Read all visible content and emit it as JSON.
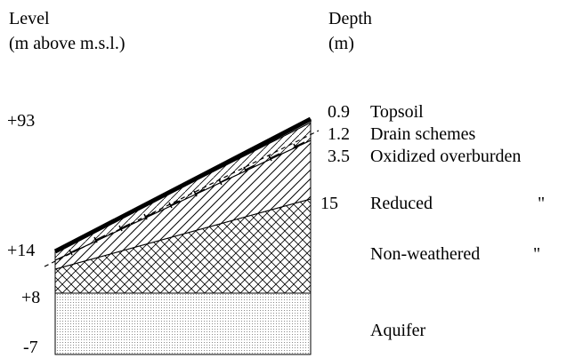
{
  "level_header": {
    "line1": "Level",
    "line2": "(m above m.s.l.)"
  },
  "depth_header": {
    "line1": "Depth",
    "line2": "(m)"
  },
  "levels": [
    "+93",
    "+14",
    "+8",
    "-7"
  ],
  "layers": [
    {
      "depth": "0.9",
      "name": "Topsoil"
    },
    {
      "depth": "1.2",
      "name": "Drain schemes"
    },
    {
      "depth": "3.5",
      "name": "Oxidized overburden"
    },
    {
      "depth": "15",
      "name": "Reduced",
      "ditto": "\""
    },
    {
      "depth": "",
      "name": "Non-weathered",
      "ditto": "\""
    },
    {
      "depth": "",
      "name": "Aquifer"
    }
  ]
}
